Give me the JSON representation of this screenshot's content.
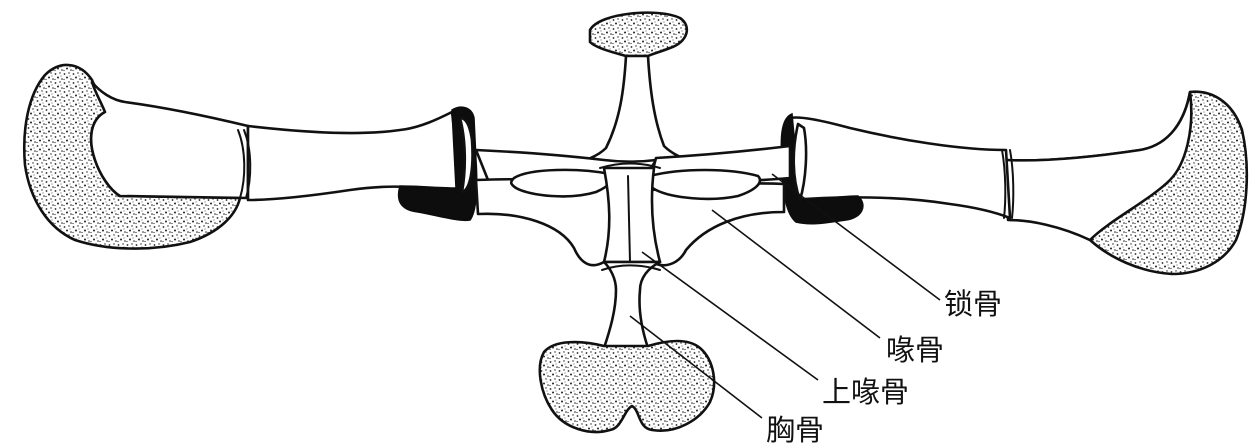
{
  "labels": {
    "clavicle": "锁骨",
    "coracoid": "喙骨",
    "procoracoid": "上喙骨",
    "sternum": "胸骨"
  }
}
